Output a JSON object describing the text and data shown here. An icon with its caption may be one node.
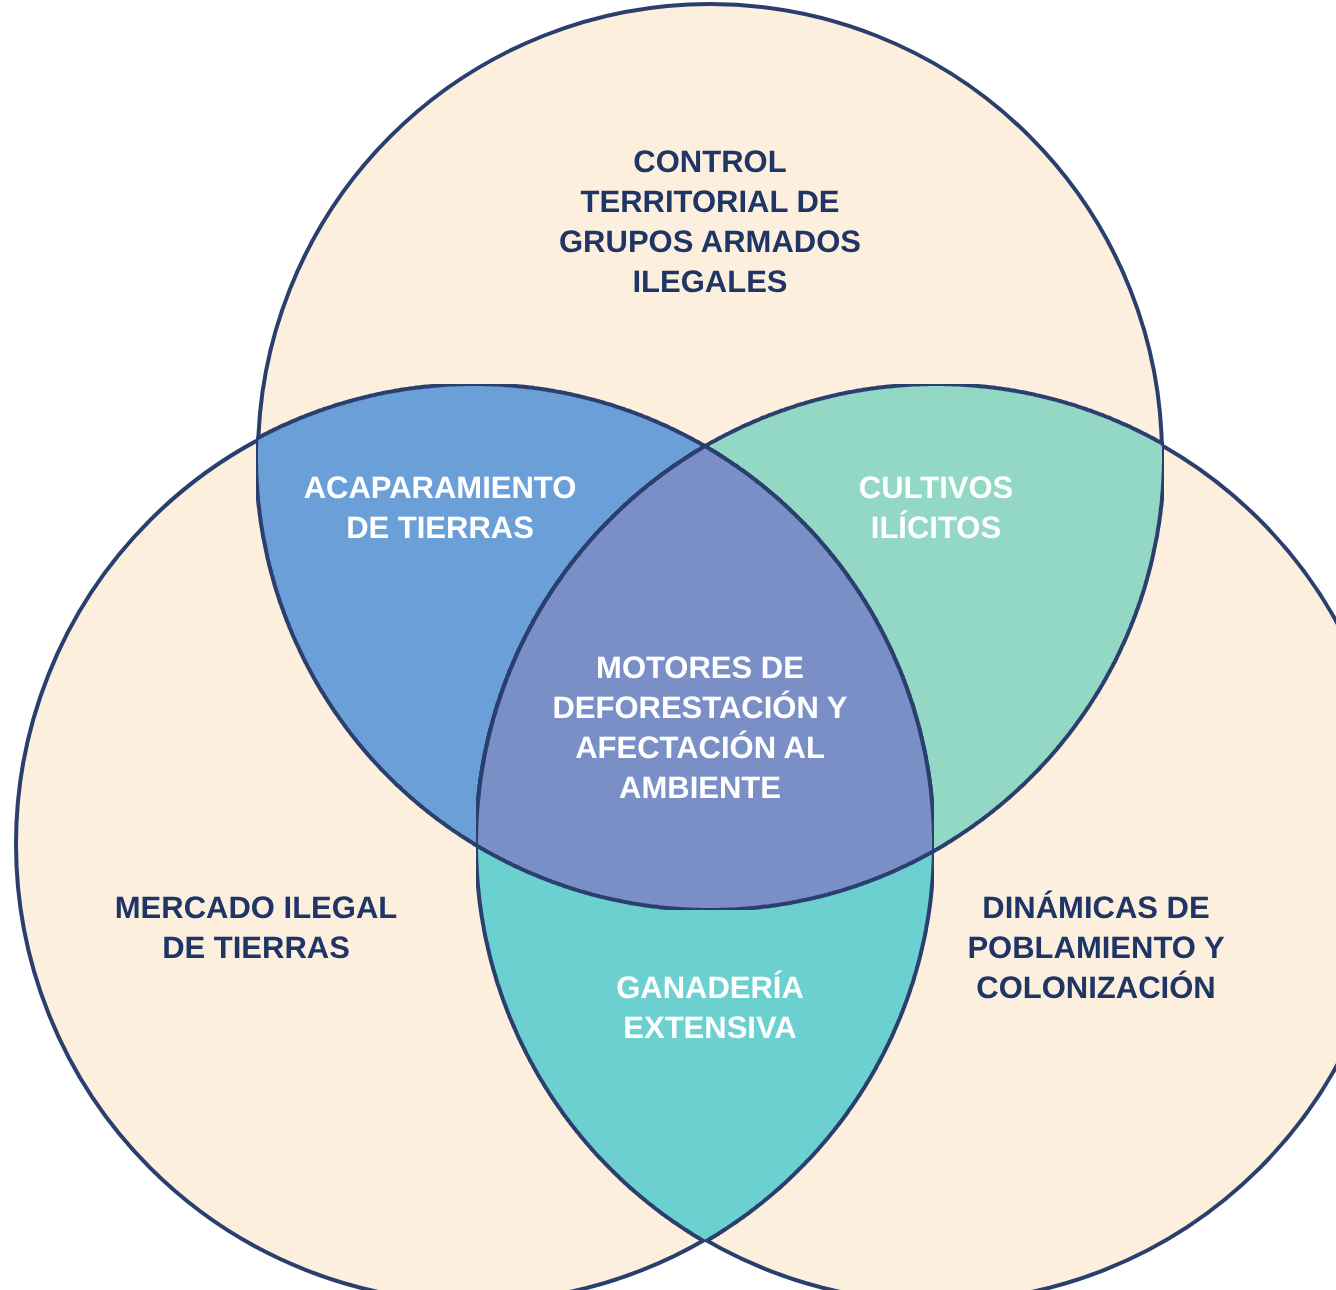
{
  "diagram": {
    "nodes": [
      {
        "text": [
          "CONTROL TERRITORIAL DE GRUPOS ARMADOS ILEGALES"
        ]
      },
      {
        "text": [
          "ACAPARAMIENTO DE TIERRAS"
        ]
      },
      {
        "text": [
          "CULTIVOS ILÍCITOS"
        ]
      },
      {
        "text": [
          "MOTORES DE DEFORESTACIÓN Y AFECTACIÓN AL AMBIENTE"
        ]
      },
      {
        "text": [
          "MERCADO ILEGAL DE TIERRAS"
        ]
      },
      {
        "text": [
          "DINÁMICAS DE POBLAMIENTO Y COLONIZACIÓN"
        ]
      },
      {
        "text": [
          "GANADERÍA EXTENSIVA"
        ]
      }
    ]
  }
}
